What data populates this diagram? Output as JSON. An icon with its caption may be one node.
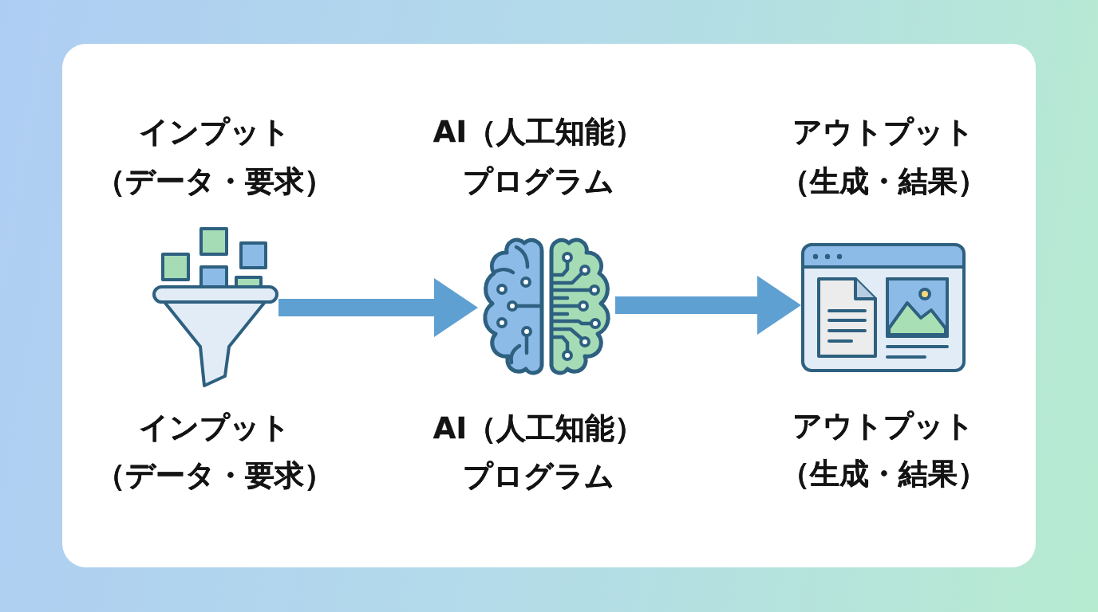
{
  "diagram": {
    "nodes": [
      {
        "text": [],
        "shape": "picture",
        "beside": [
          "インプット（データ・要求）",
          "インプット（データ・要求）"
        ]
      },
      {
        "text": [],
        "shape": "picture",
        "beside": [
          "AI（人工知能）プログラム",
          "AI（人工知能）プログラム"
        ]
      },
      {
        "text": [],
        "shape": "picture",
        "beside": [
          "アウトプット（生成・結果）",
          "アウトプット（生成・結果）"
        ]
      }
    ],
    "edges": [
      {
        "from": 0,
        "to": 1,
        "arrow": "to"
      },
      {
        "from": 1,
        "to": 2,
        "arrow": "to"
      }
    ]
  }
}
